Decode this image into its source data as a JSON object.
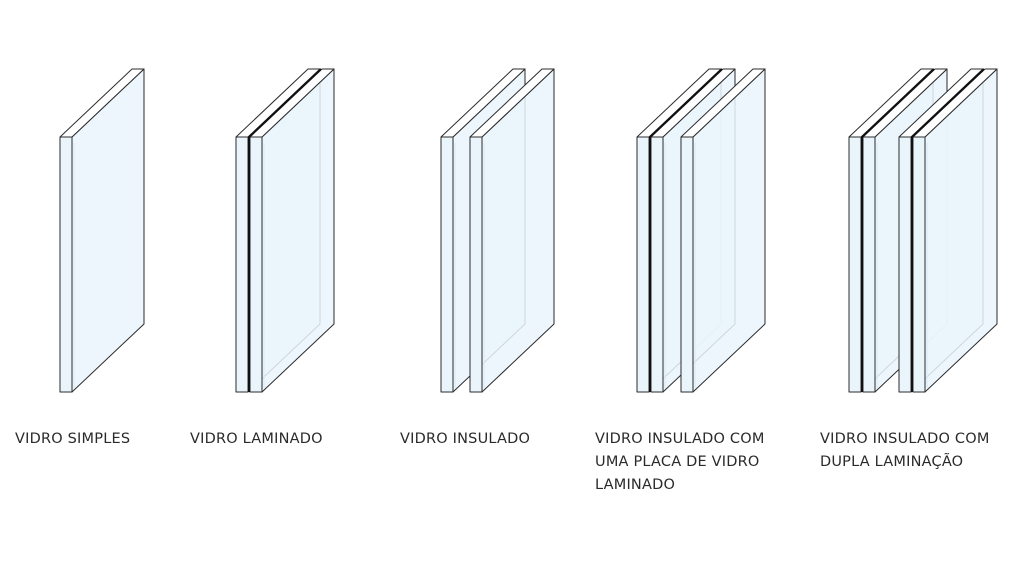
{
  "diagram": {
    "colors": {
      "glass_face": "#eaf4fb",
      "glass_tint": "#d7e9f7",
      "edge_stroke": "#2b2b2b",
      "background": "#ffffff"
    },
    "items": [
      {
        "lines": [
          "VIDRO SIMPLES"
        ],
        "panes": [
          "single"
        ]
      },
      {
        "lines": [
          "VIDRO LAMINADO"
        ],
        "panes": [
          "laminated"
        ]
      },
      {
        "lines": [
          "VIDRO INSULADO"
        ],
        "panes": [
          "single",
          "single"
        ]
      },
      {
        "lines": [
          "VIDRO INSULADO COM",
          "UMA PLACA DE VIDRO",
          "LAMINADO"
        ],
        "panes": [
          "laminated",
          "single"
        ]
      },
      {
        "lines": [
          "VIDRO INSULADO COM",
          "DUPLA LAMINAÇÃO"
        ],
        "panes": [
          "laminated",
          "laminated"
        ]
      }
    ]
  }
}
